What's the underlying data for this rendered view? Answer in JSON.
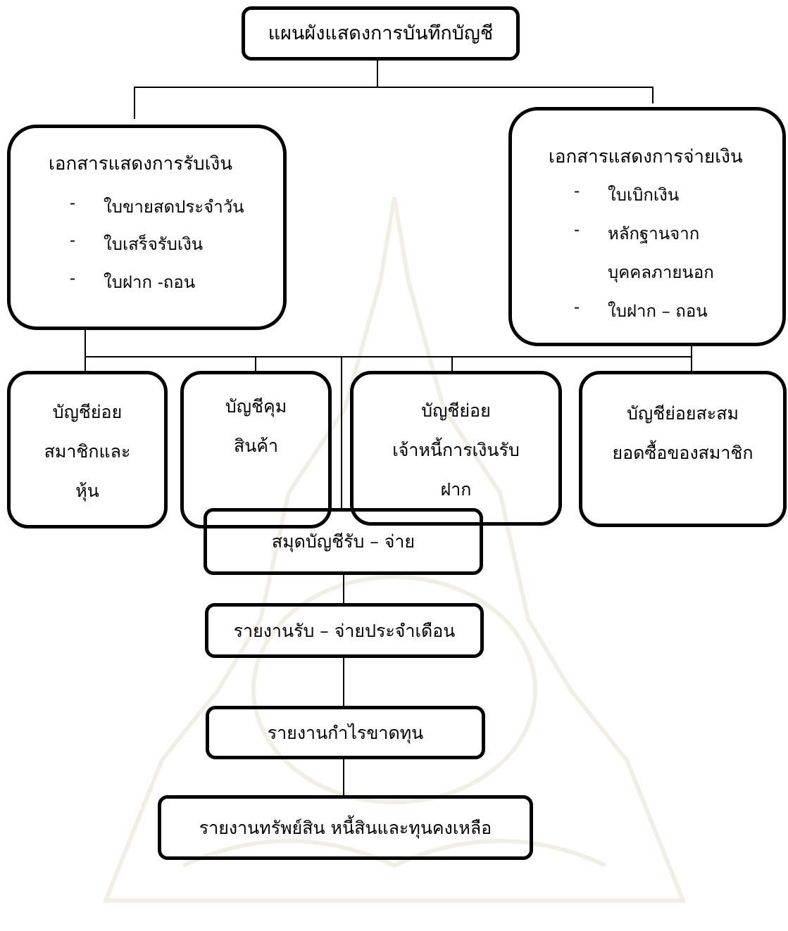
{
  "top": {
    "title": "แผนผังแสดงการบันทึกบัญชี"
  },
  "receipts": {
    "title": "เอกสารแสดงการรับเงิน",
    "items": [
      "ใบขายสดประจำวัน",
      "ใบเสร็จรับเงิน",
      "ใบฝาก -ถอน"
    ]
  },
  "payments": {
    "title": "เอกสารแสดงการจ่ายเงิน",
    "items": [
      "ใบเบิกเงิน",
      "หลักฐานจาก",
      "บุคคลภายนอก",
      "ใบฝาก – ถอน"
    ]
  },
  "ledgers": [
    {
      "lines": [
        "บัญชีย่อย",
        "สมาชิกและ",
        "หุ้น"
      ]
    },
    {
      "lines": [
        "บัญชีคุม",
        "สินค้า"
      ]
    },
    {
      "lines": [
        "บัญชีย่อย",
        "เจ้าหนี้การเงินรับ",
        "ฝาก"
      ]
    },
    {
      "lines": [
        "บัญชีย่อยสะสม",
        "ยอดซื้อของสมาชิก"
      ]
    }
  ],
  "flow": {
    "cashbook": "สมุดบัญชีรับ – จ่าย",
    "monthly_report": "รายงานรับ – จ่ายประจำเดือน",
    "profit_loss": "รายงานกำไรขาดทุน",
    "balance_sheet": "รายงานทรัพย์สิน หนี้สินและทุนคงเหลือ"
  },
  "bullet_symbol": "-"
}
